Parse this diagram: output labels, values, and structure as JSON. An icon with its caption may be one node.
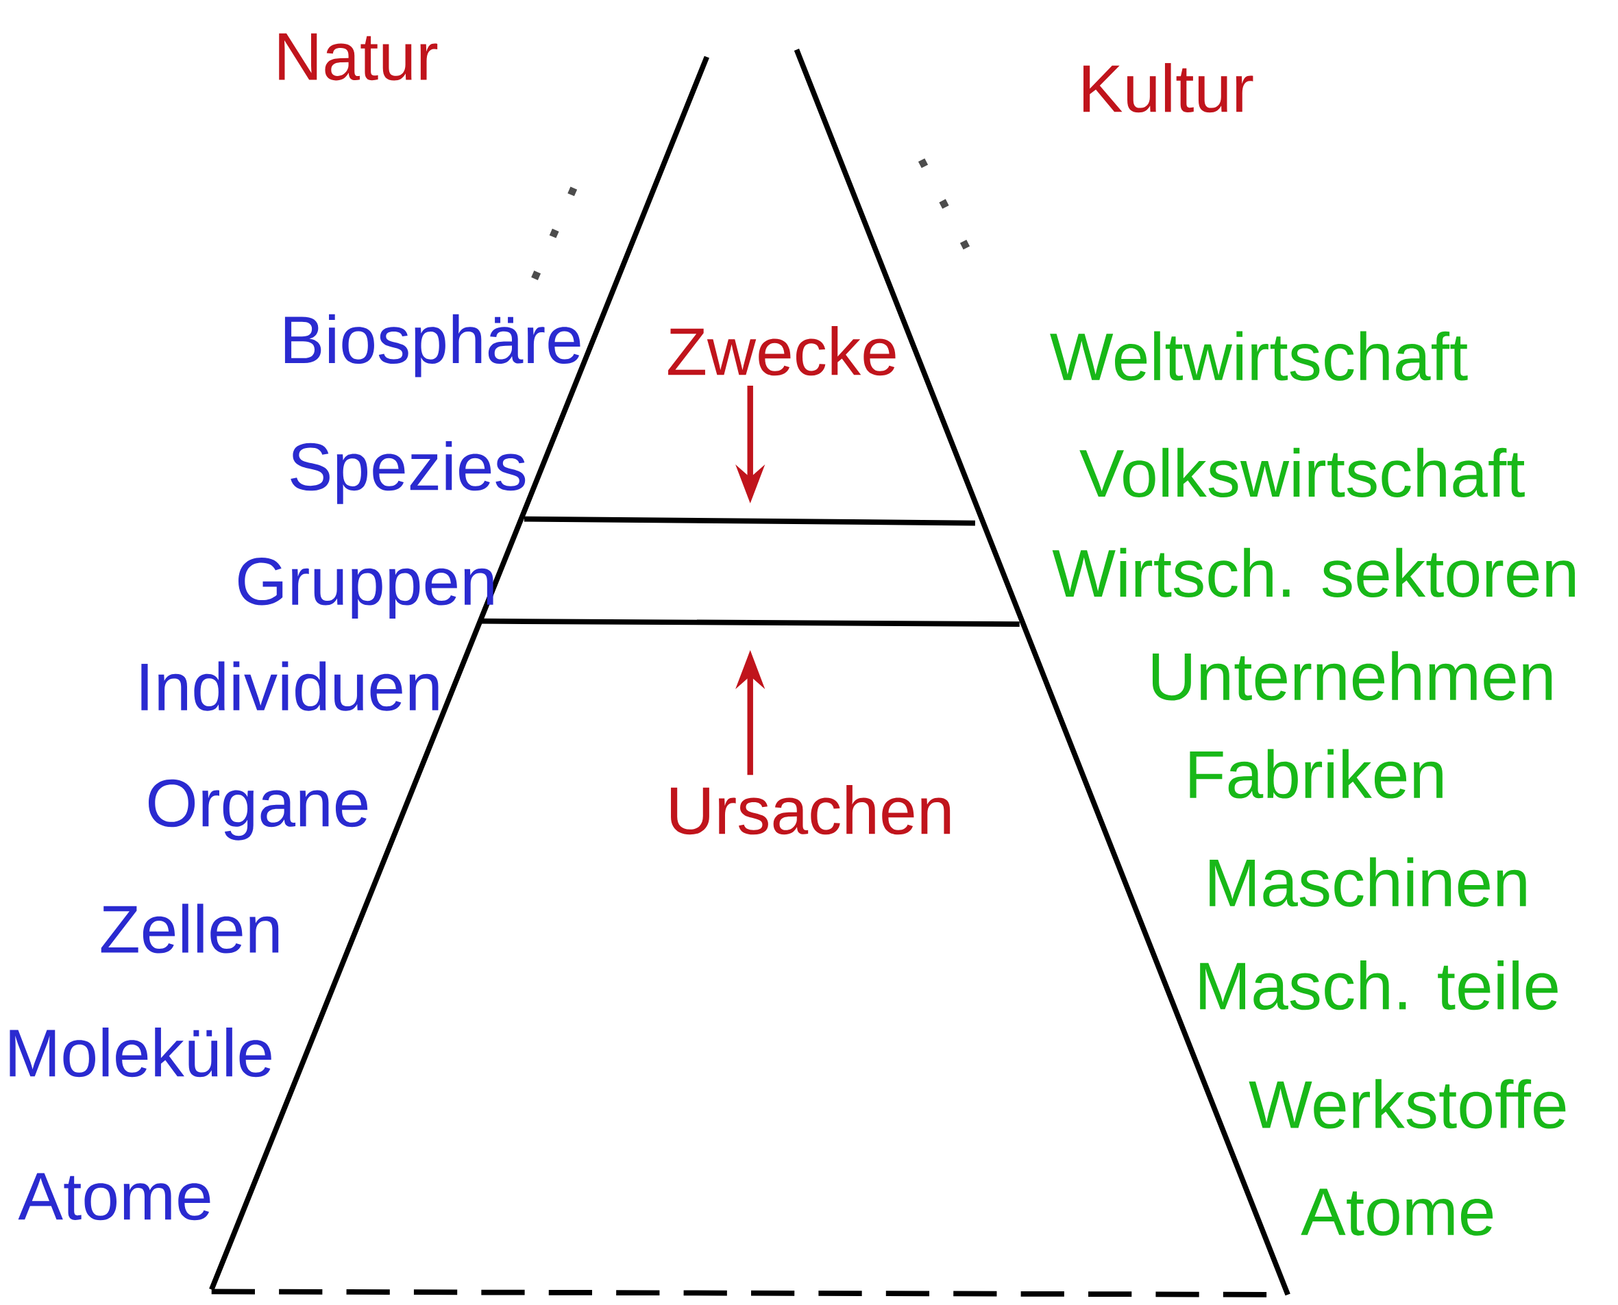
{
  "diagram": {
    "nodes": [
      {
        "text": [
          "Zwecke"
        ]
      },
      {
        "text": [
          "Ursachen"
        ]
      }
    ],
    "edges": [
      {
        "from": 0,
        "to": null,
        "arrow": "to"
      },
      {
        "from": 1,
        "to": null,
        "arrow": "to"
      }
    ],
    "labels": [
      "Natur",
      "Kultur",
      "Biosphäre",
      "Spezies",
      "Gruppen",
      "Individuen",
      "Organe",
      "Zellen",
      "Moleküle",
      "Atome",
      "Weltwirtschaft",
      "Volkswirtschaft",
      "Wirtsch. sektoren",
      "Unternehmen",
      "Fabriken",
      "Maschinen",
      "Masch. teile",
      "Werkstoffe",
      "Atome"
    ]
  }
}
